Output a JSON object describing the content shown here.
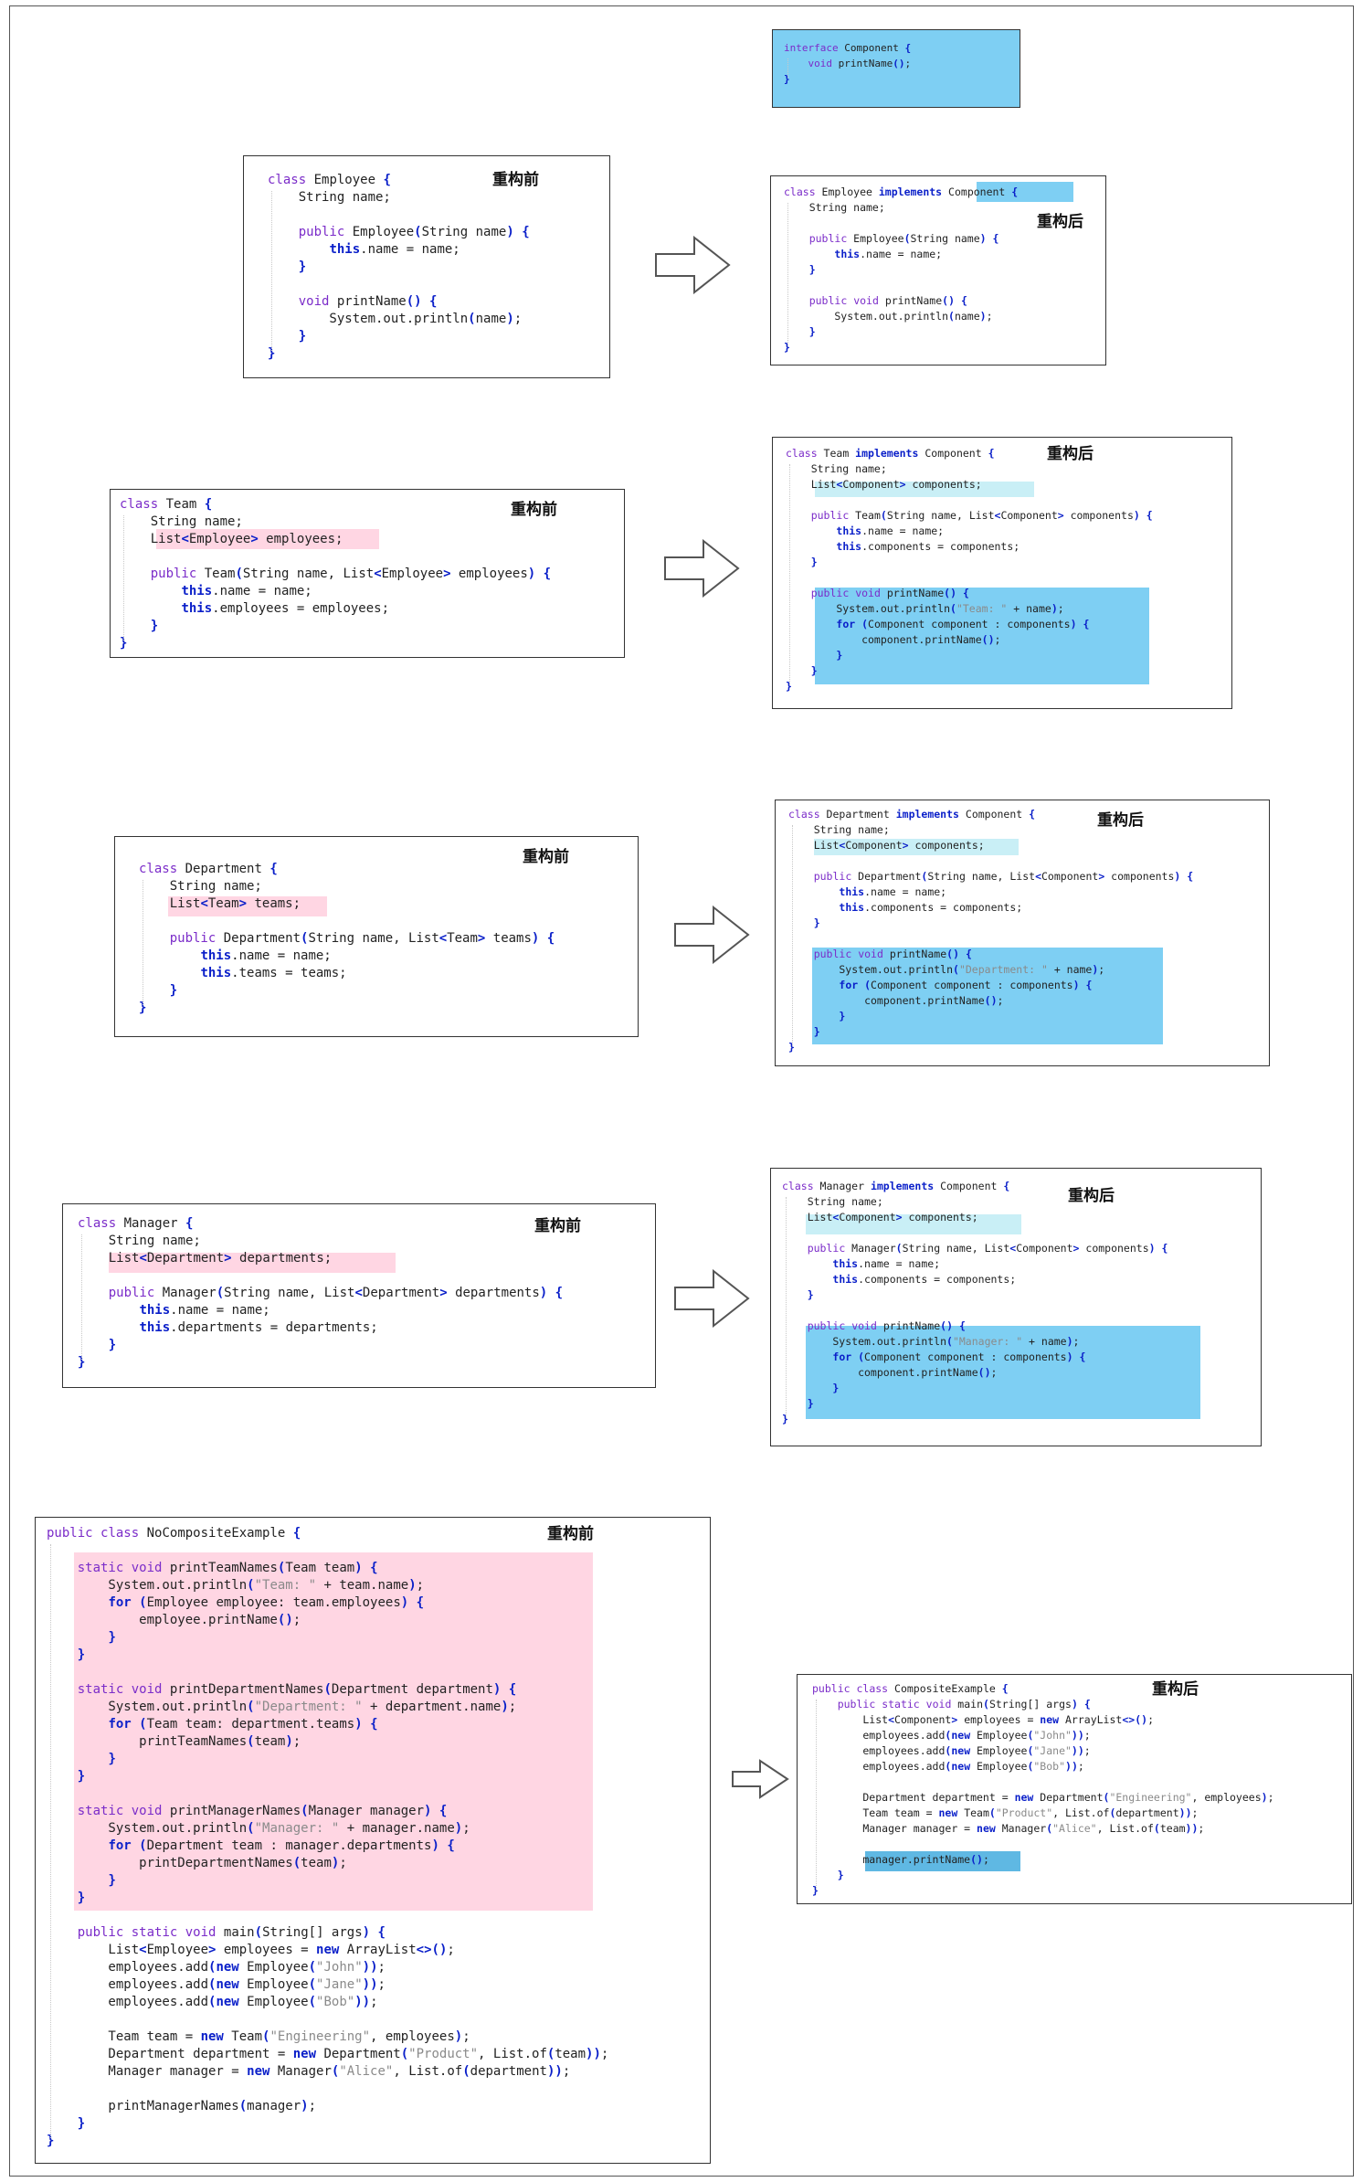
{
  "labels": {
    "before": "重构前",
    "after": "重构后"
  },
  "colors": {
    "keyword": "#7b2cc9",
    "bold_keyword": "#0a1fc9",
    "string": "#8a8a8a",
    "removed_highlight": "#ffd6e3",
    "added_highlight": "#7ecff3"
  },
  "interface_component": [
    "interface Component {",
    "    void printName();",
    "}"
  ],
  "employee_before": [
    "class Employee {",
    "    String name;",
    "",
    "    public Employee(String name) {",
    "        this.name = name;",
    "    }",
    "",
    "    void printName() {",
    "        System.out.println(name);",
    "    }",
    "}"
  ],
  "employee_after": [
    "class Employee implements Component {",
    "    String name;",
    "",
    "    public Employee(String name) {",
    "        this.name = name;",
    "    }",
    "",
    "    public void printName() {",
    "        System.out.println(name);",
    "    }",
    "}"
  ],
  "team_before": [
    "class Team {",
    "    String name;",
    "    List<Employee> employees;",
    "",
    "    public Team(String name, List<Employee> employees) {",
    "        this.name = name;",
    "        this.employees = employees;",
    "    }",
    "}"
  ],
  "team_after": [
    "class Team implements Component {",
    "    String name;",
    "    List<Component> components;",
    "",
    "    public Team(String name, List<Component> components) {",
    "        this.name = name;",
    "        this.components = components;",
    "    }",
    "",
    "    public void printName() {",
    "        System.out.println(\"Team: \" + name);",
    "        for (Component component : components) {",
    "            component.printName();",
    "        }",
    "    }",
    "}"
  ],
  "department_before": [
    "class Department {",
    "    String name;",
    "    List<Team> teams;",
    "",
    "    public Department(String name, List<Team> teams) {",
    "        this.name = name;",
    "        this.teams = teams;",
    "    }",
    "}"
  ],
  "department_after": [
    "class Department implements Component {",
    "    String name;",
    "    List<Component> components;",
    "",
    "    public Department(String name, List<Component> components) {",
    "        this.name = name;",
    "        this.components = components;",
    "    }",
    "",
    "    public void printName() {",
    "        System.out.println(\"Department: \" + name);",
    "        for (Component component : components) {",
    "            component.printName();",
    "        }",
    "    }",
    "}"
  ],
  "manager_before": [
    "class Manager {",
    "    String name;",
    "    List<Department> departments;",
    "",
    "    public Manager(String name, List<Department> departments) {",
    "        this.name = name;",
    "        this.departments = departments;",
    "    }",
    "}"
  ],
  "manager_after": [
    "class Manager implements Component {",
    "    String name;",
    "    List<Component> components;",
    "",
    "    public Manager(String name, List<Component> components) {",
    "        this.name = name;",
    "        this.components = components;",
    "    }",
    "",
    "    public void printName() {",
    "        System.out.println(\"Manager: \" + name);",
    "        for (Component component : components) {",
    "            component.printName();",
    "        }",
    "    }",
    "}"
  ],
  "nocomposite_before": [
    "public class NoCompositeExample {",
    "",
    "    static void printTeamNames(Team team) {",
    "        System.out.println(\"Team: \" + team.name);",
    "        for (Employee employee: team.employees) {",
    "            employee.printName();",
    "        }",
    "    }",
    "",
    "    static void printDepartmentNames(Department department) {",
    "        System.out.println(\"Department: \" + department.name);",
    "        for (Team team: department.teams) {",
    "            printTeamNames(team);",
    "        }",
    "    }",
    "",
    "    static void printManagerNames(Manager manager) {",
    "        System.out.println(\"Manager: \" + manager.name);",
    "        for (Department team : manager.departments) {",
    "            printDepartmentNames(team);",
    "        }",
    "    }",
    "",
    "    public static void main(String[] args) {",
    "        List<Employee> employees = new ArrayList<>();",
    "        employees.add(new Employee(\"John\"));",
    "        employees.add(new Employee(\"Jane\"));",
    "        employees.add(new Employee(\"Bob\"));",
    "",
    "        Team team = new Team(\"Engineering\", employees);",
    "        Department department = new Department(\"Product\", List.of(team));",
    "        Manager manager = new Manager(\"Alice\", List.of(department));",
    "",
    "        printManagerNames(manager);",
    "    }",
    "}"
  ],
  "composite_after": [
    "public class CompositeExample {",
    "    public static void main(String[] args) {",
    "        List<Component> employees = new ArrayList<>();",
    "        employees.add(new Employee(\"John\"));",
    "        employees.add(new Employee(\"Jane\"));",
    "        employees.add(new Employee(\"Bob\"));",
    "",
    "        Department department = new Department(\"Engineering\", employees);",
    "        Team team = new Team(\"Product\", List.of(department));",
    "        Manager manager = new Manager(\"Alice\", List.of(team));",
    "",
    "        manager.printName();",
    "    }",
    "}"
  ]
}
